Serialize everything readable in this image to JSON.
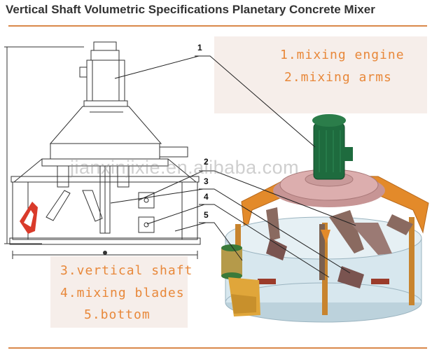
{
  "title": "Vertical Shaft Volumetric Specifications Planetary Concrete Mixer",
  "legend_top": [
    "1.mixing engine",
    "2.mixing arms"
  ],
  "legend_bottom": [
    "3.vertical shaft",
    "4.mixing blades",
    "5.bottom"
  ],
  "callouts": [
    "1",
    "2",
    "3",
    "4",
    "5"
  ],
  "watermark": "jianxinjixie.en.alibaba.com",
  "colors": {
    "accent_orange": "#e8883a",
    "rule": "#d9884a",
    "panel_bg": "#f6eeea",
    "motor_green": "#1e6b3e",
    "flange_pink": "#d9a9a9",
    "platform_orange": "#e38a2a",
    "blade_brown": "#7a5450",
    "drum_blue": "#c7dce4"
  }
}
